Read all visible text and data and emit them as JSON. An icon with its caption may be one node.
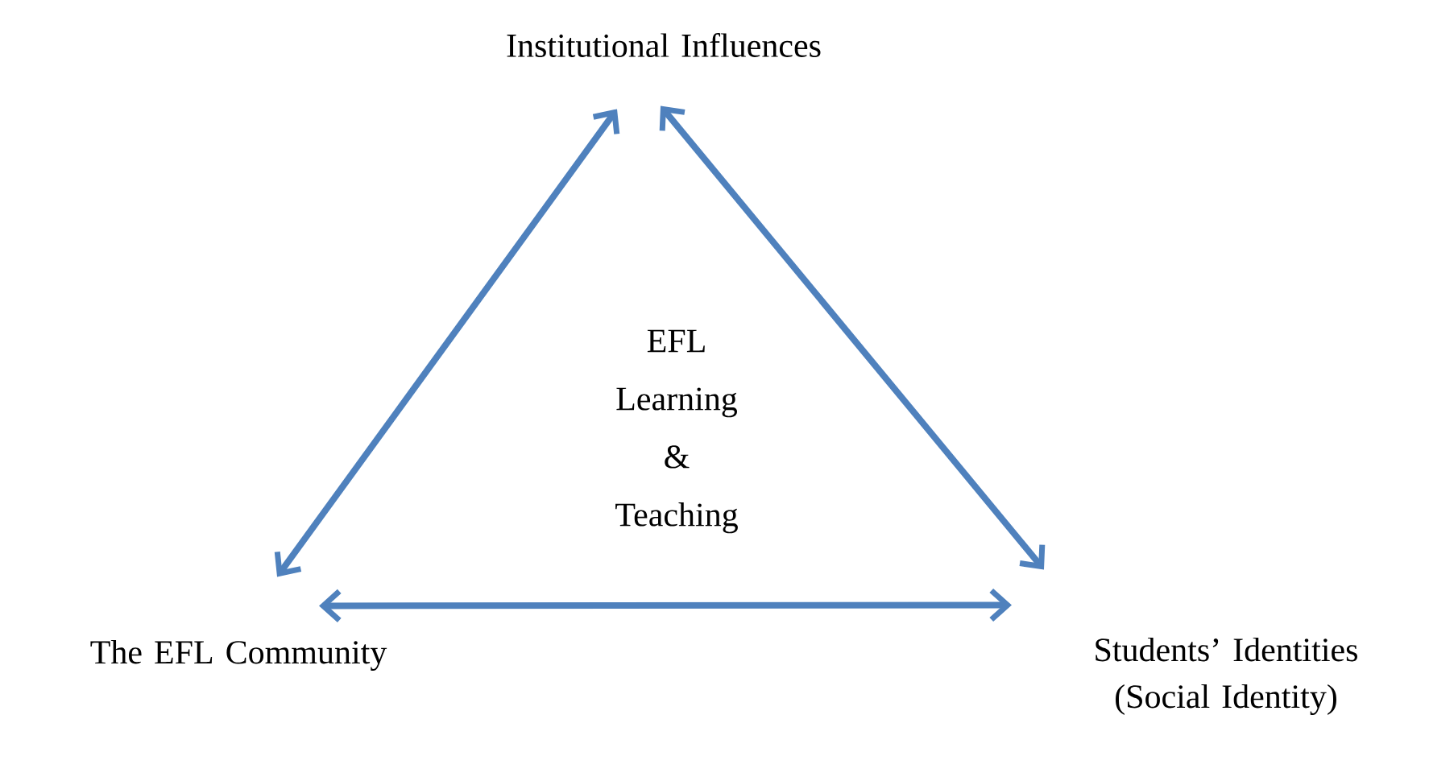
{
  "diagram": {
    "nodes": [
      {
        "text": [
          "Institutional Influences"
        ]
      },
      {
        "text": [
          "The EFL Community"
        ]
      },
      {
        "text": [
          "Students’ Identities (Social Identity)"
        ]
      }
    ],
    "edges": [
      {
        "from": 0,
        "to": 1,
        "arrow": "both"
      },
      {
        "from": 0,
        "to": 2,
        "arrow": "both"
      },
      {
        "from": 1,
        "to": 2,
        "arrow": "both"
      }
    ],
    "labels": [
      "EFL Learning & Teaching"
    ]
  }
}
